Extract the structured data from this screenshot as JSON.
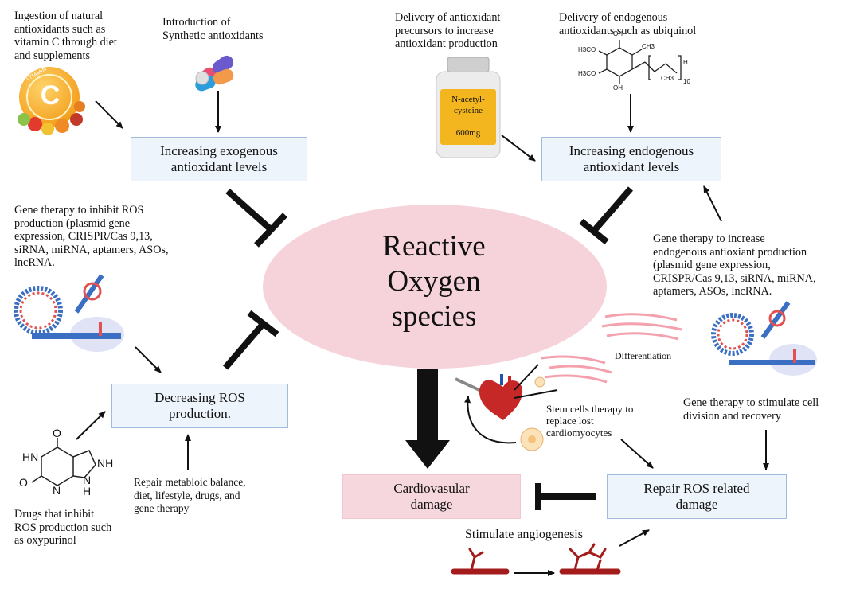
{
  "center": {
    "title": "Reactive\nOxygen\nspecies"
  },
  "boxes": {
    "exogenous": "Increasing exogenous\nantioxidant levels",
    "endogenous": "Increasing endogenous\nantioxidant levels",
    "decreasing": "Decreasing ROS\nproduction.",
    "repair": "Repair ROS related\ndamage",
    "cardio": "Cardiovasular\ndamage"
  },
  "annotations": {
    "vitamin_c": "Ingestion of natural\nantioxidants such as\nvitamin C through diet\nand supplements",
    "synthetic": "Introduction of\nSynthetic antioxidants",
    "precursors": "Delivery of antioxidant\nprecursors to increase\nantioxidant production",
    "ubiquinol": "Delivery of endogenous\nantioxidants such as ubiquinol",
    "gene_inhibit": "Gene therapy to inhibit ROS\nproduction (plasmid gene\nexpression, CRISPR/Cas 9,13,\nsiRNA, miRNA, aptamers, ASOs,\nlncRNA.",
    "gene_increase": "Gene therapy to increase\nendogenous antioxiant production\n(plasmid gene expression,\nCRISPR/Cas 9,13, siRNA, miRNA,\naptamers, ASOs, lncRNA.",
    "drugs": "Drugs that inhibit\nROS production such\nas oxypurinol",
    "repair_metabolic": "Repair metabloic balance,\ndiet, lifestyle, drugs, and\ngene therapy",
    "stem_cells": "Stem cells therapy to\nreplace lost\ncardiomyocytes",
    "gene_stimulate": "Gene therapy to stimulate cell\ndivision and recovery",
    "angiogenesis": "Stimulate angiogenesis",
    "differentiation": "Differentiation"
  },
  "illustrations": {
    "bottle_label": "N-acetyl-\ncysteine\n\n600mg",
    "vitamin_label": "C",
    "vitamin_word": "VITAMIN",
    "oxypurinol": {
      "o_top": "O",
      "hn": "HN",
      "o_bottom": "O",
      "n": "N",
      "nh_right": "NH",
      "nh_bottom": "NH"
    },
    "ubiquinol": {
      "oh_top": "OH",
      "oh_bottom": "OH",
      "h3co_1": "H3CO",
      "h3co_2": "H3CO",
      "ch3_1": "CH3",
      "ch3_2": "CH3",
      "h": "H",
      "n": "10"
    }
  },
  "colors": {
    "box_fill": "#eef4fb",
    "box_border": "#9fbcdc",
    "ellipse_fill": "#f6d3da",
    "cardio_fill": "#f6d7dd",
    "arrow": "#111111"
  }
}
